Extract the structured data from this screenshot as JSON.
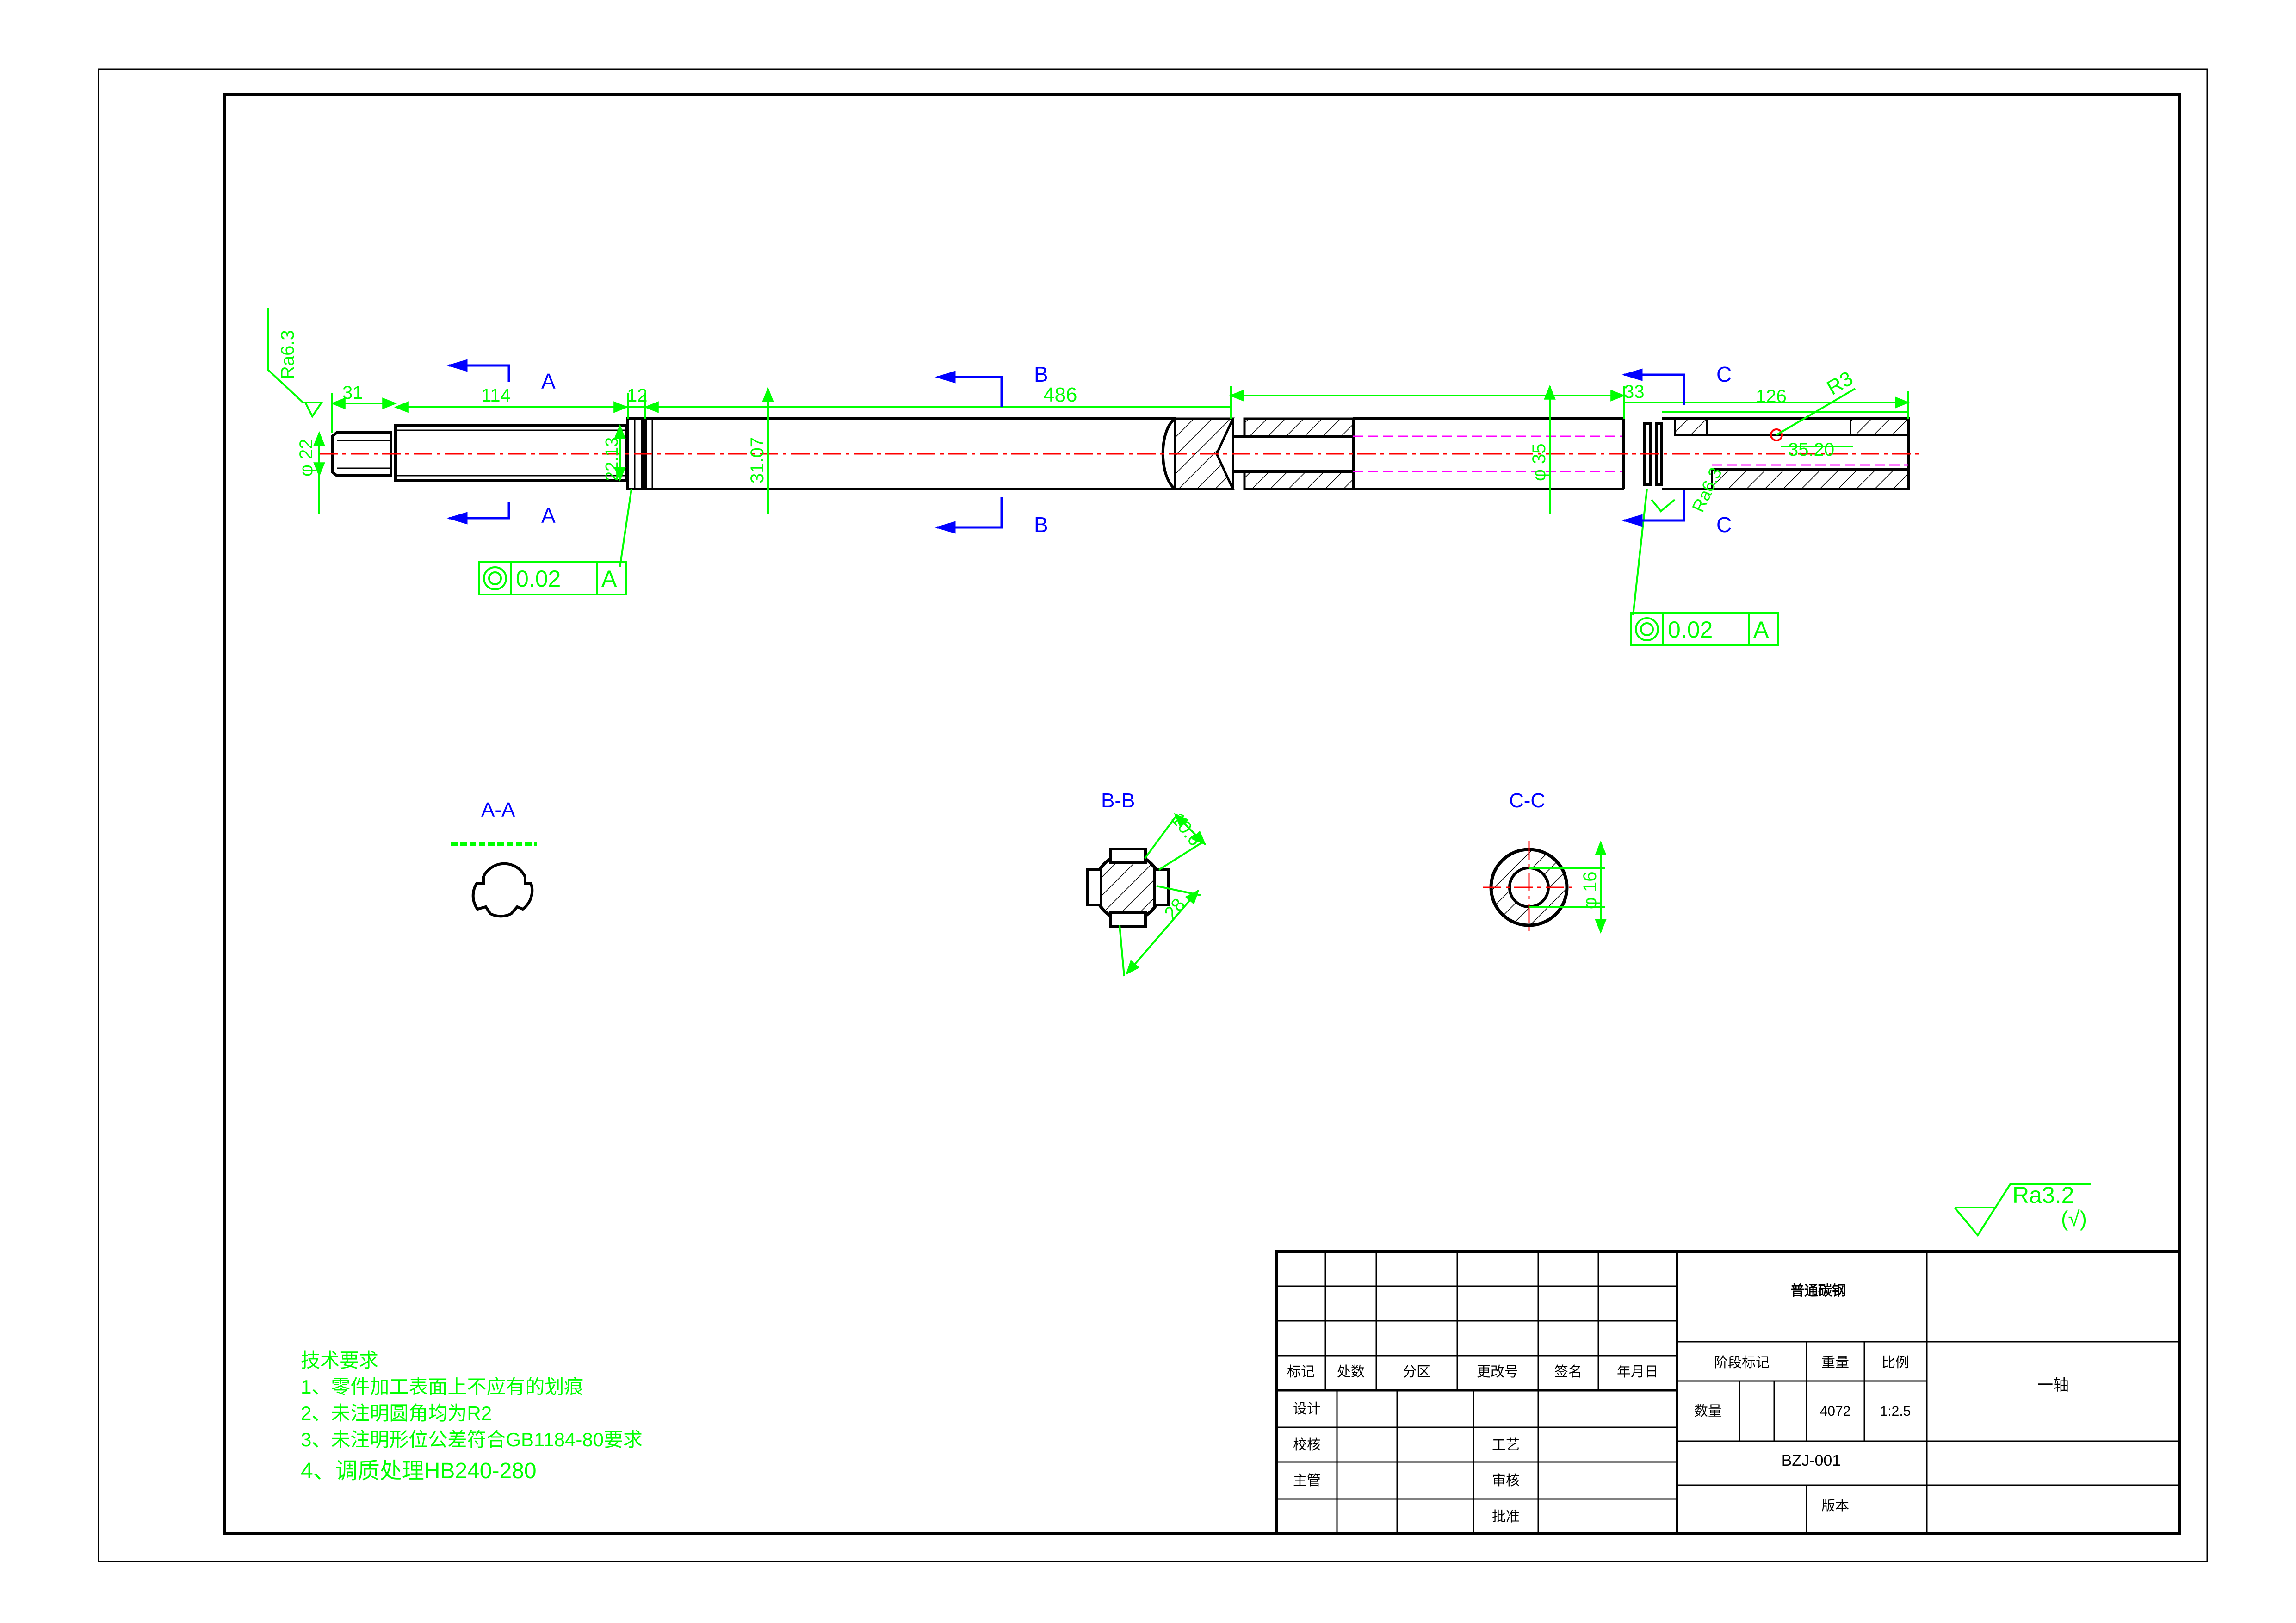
{
  "section_labels": {
    "a": "A",
    "b": "B",
    "c": "C",
    "view_aa": "A-A",
    "view_bb": "B-B",
    "view_cc": "C-C"
  },
  "dimensions": {
    "d31": "31",
    "d114": "114",
    "d12": "12",
    "d486": "486",
    "d33": "33",
    "d126": "126",
    "r3": "R3",
    "d35_20": "35.20",
    "phi22": "φ 22",
    "d22_13": "22.13",
    "d31_07": "31.07",
    "phi35": "φ 35",
    "ra_left": "Ra6.3",
    "ra_right": "Ra6.3",
    "d10_6": "10.6",
    "d28": "28",
    "phi16": "φ 16"
  },
  "tolerance_frames": {
    "left": {
      "value": "0.02",
      "datum": "A"
    },
    "right": {
      "value": "0.02",
      "datum": "A"
    }
  },
  "surface_finish": {
    "value": "Ra3.2",
    "paren": "(√)"
  },
  "tech_requirements": {
    "title": "技术要求",
    "items": [
      "1、零件加工表面上不应有的划痕",
      "2、未注明圆角均为R2",
      "3、未注明形位公差符合GB1184-80要求",
      "4、调质处理HB240-280"
    ]
  },
  "title_block": {
    "material": "普通碳钢",
    "headers": [
      "标记",
      "处数",
      "分区",
      "更改号",
      "签名",
      "年月日"
    ],
    "stage_mark": "阶段标记",
    "weight": "重量",
    "scale": "比例",
    "quantity": "数量",
    "weight_value": "4072",
    "scale_value": "1:2.5",
    "part_name": "一轴",
    "drawing_number": "BZJ-001",
    "design": "设计",
    "check": "校核",
    "process": "工艺",
    "supervisor": "主管",
    "review": "审核",
    "approve": "批准",
    "version": "版本"
  },
  "colors": {
    "dimension": "#00ff00",
    "section_marker": "#0000ff",
    "outline": "#000000",
    "hidden_line": "#ff00ff",
    "center_line": "#ff0000"
  }
}
